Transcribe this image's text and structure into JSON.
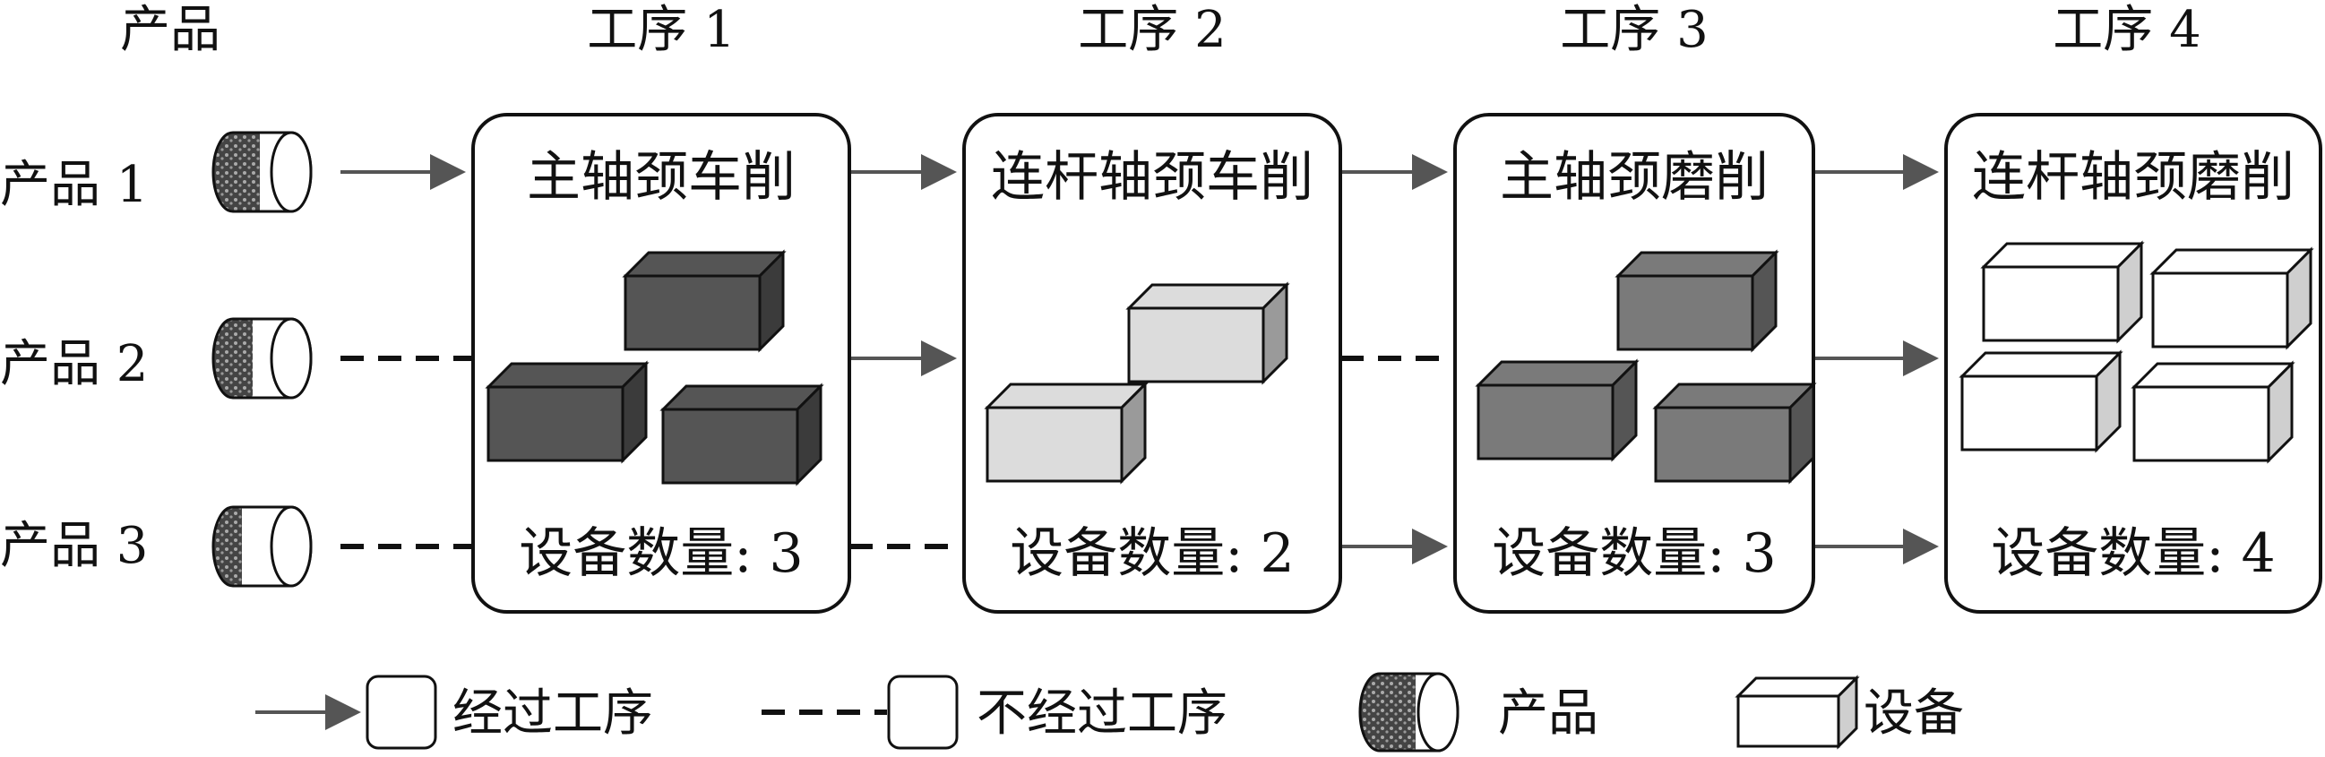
{
  "header": {
    "product_col": "产品",
    "steps": [
      "工序 1",
      "工序 2",
      "工序 3",
      "工序 4"
    ]
  },
  "products": [
    "产品 1",
    "产品 2",
    "产品 3"
  ],
  "processes": [
    {
      "name": "主轴颈车削",
      "count_label": "设备数量: 3",
      "equipment_count": 3,
      "color": "#555555"
    },
    {
      "name": "连杆轴颈车削",
      "count_label": "设备数量: 2",
      "equipment_count": 2,
      "color": "#dcdcdc"
    },
    {
      "name": "主轴颈磨削",
      "count_label": "设备数量: 3",
      "equipment_count": 3,
      "color": "#7a7a7a"
    },
    {
      "name": "连杆轴颈磨削",
      "count_label": "设备数量: 4",
      "equipment_count": 4,
      "color": "#ffffff"
    }
  ],
  "routing": [
    [
      "pass",
      "pass",
      "pass",
      "pass"
    ],
    [
      "skip",
      "pass",
      "skip",
      "pass"
    ],
    [
      "skip",
      "skip",
      "pass",
      "pass"
    ]
  ],
  "legend": {
    "pass": "经过工序",
    "skip": "不经过工序",
    "product": "产品",
    "equipment": "设备"
  }
}
